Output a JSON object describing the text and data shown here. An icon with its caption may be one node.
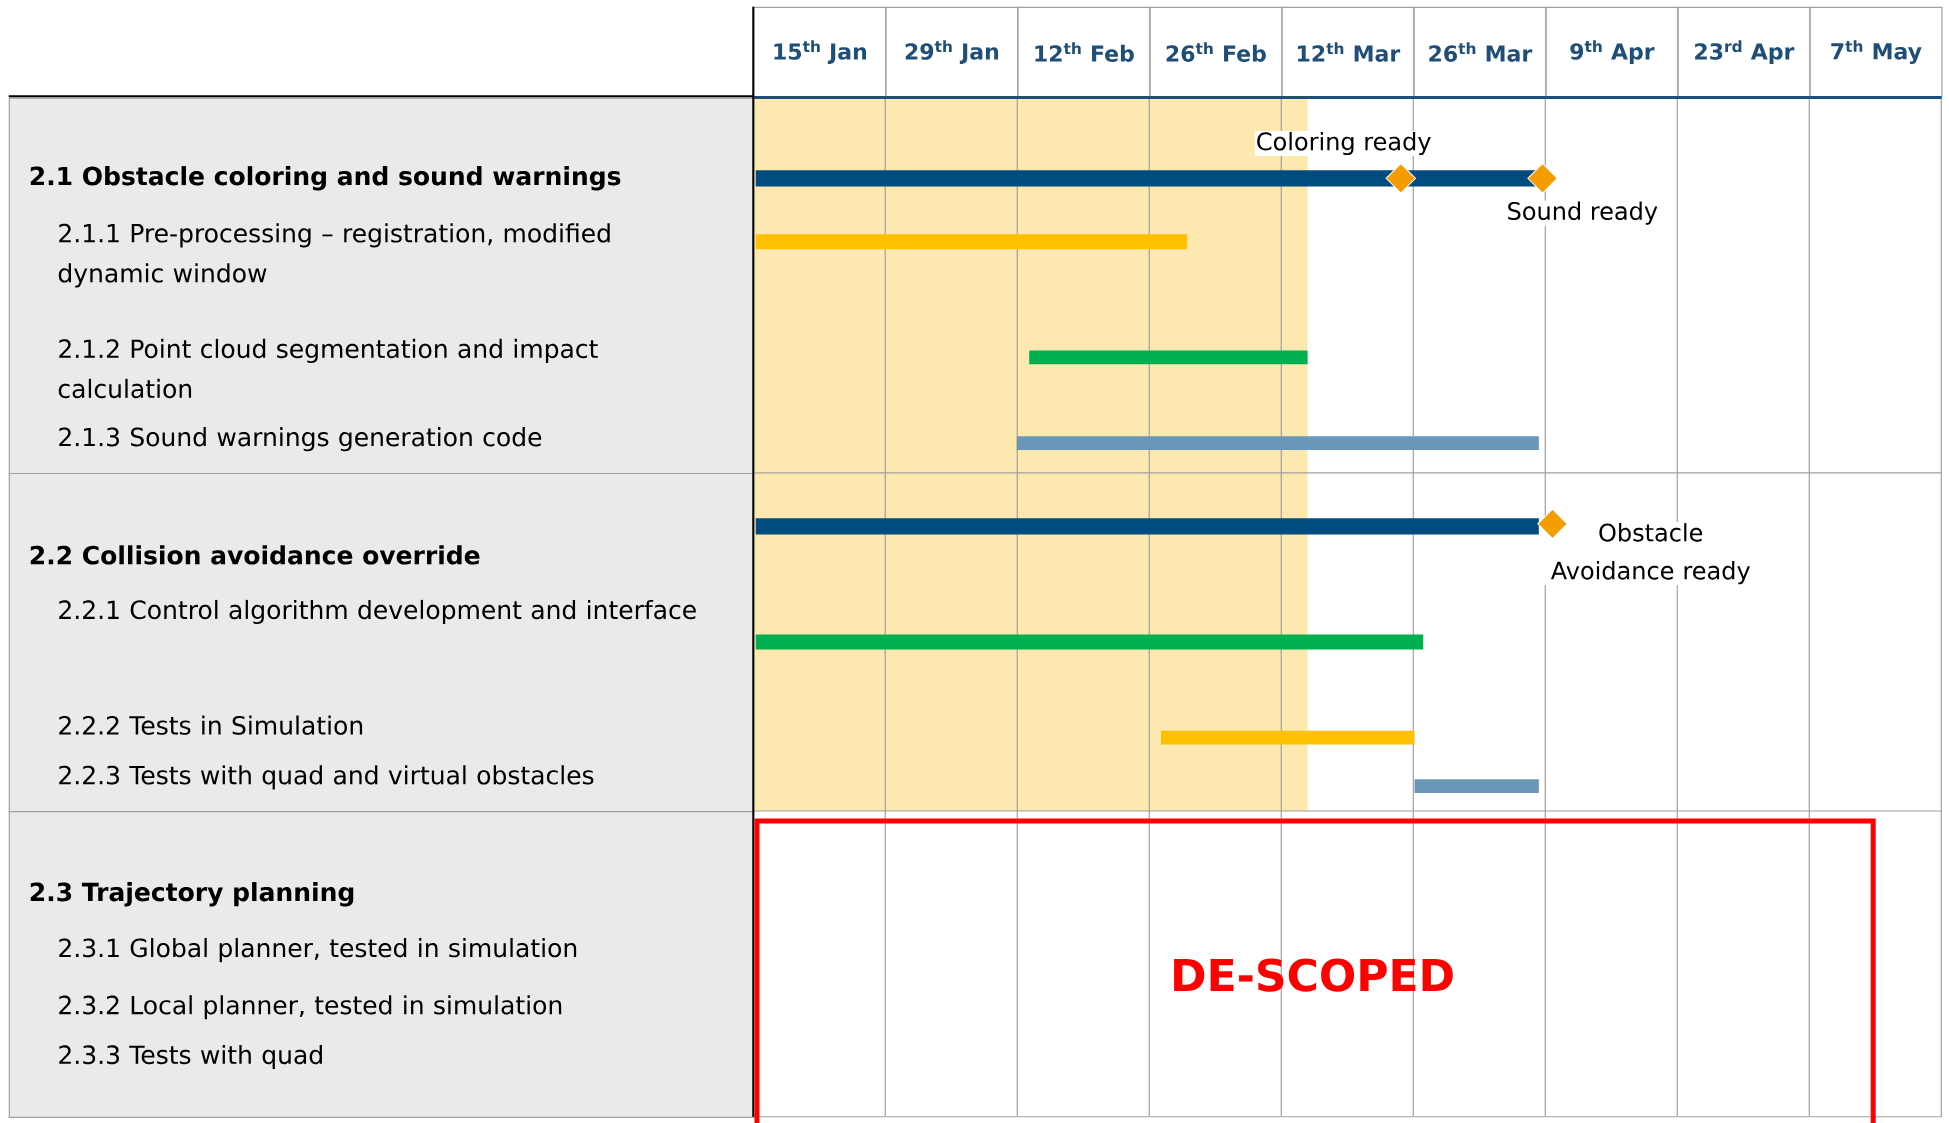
{
  "diagram": {
    "nodes": [
      {
        "text": [
          "2.1 Obstacle coloring and sound warnings",
          "2.1.1 Pre-processing – registration, modified dynamic window",
          "2.1.2 Point cloud segmentation and impact calculation",
          "2.1.3 Sound warnings generation code"
        ]
      },
      {
        "text": [
          "2.2 Collision avoidance override",
          "2.2.1 Control algorithm development and interface",
          "2.2.2 Tests in Simulation",
          "2.2.3 Tests with quad and virtual obstacles"
        ]
      },
      {
        "text": [
          "2.3 Trajectory planning",
          "2.3.1 Global planner, tested in simulation",
          "2.3.2 Local planner, tested in simulation",
          "2.3.3 Tests with quad"
        ]
      },
      {
        "text": [
          "DE-SCOPED"
        ]
      },
      {
        "text": [],
        "shape": "diamond",
        "beside": [
          "Coloring ready"
        ]
      },
      {
        "text": [],
        "shape": "diamond",
        "beside": [
          "Sound ready"
        ]
      },
      {
        "text": [],
        "shape": "diamond",
        "beside": [
          "Obstacle Avoidance ready"
        ]
      }
    ],
    "labels": [
      "15$^{th}$ Jan",
      "29$^{th}$ Jan",
      "12$^{th}$ Feb",
      "26$^{th}$ Feb",
      "12$^{th}$ Mar",
      "26$^{th}$ Mar",
      "9$^{th}$ Apr",
      "23$^{rd}$ Apr",
      "7$^{th}$ May"
    ]
  }
}
